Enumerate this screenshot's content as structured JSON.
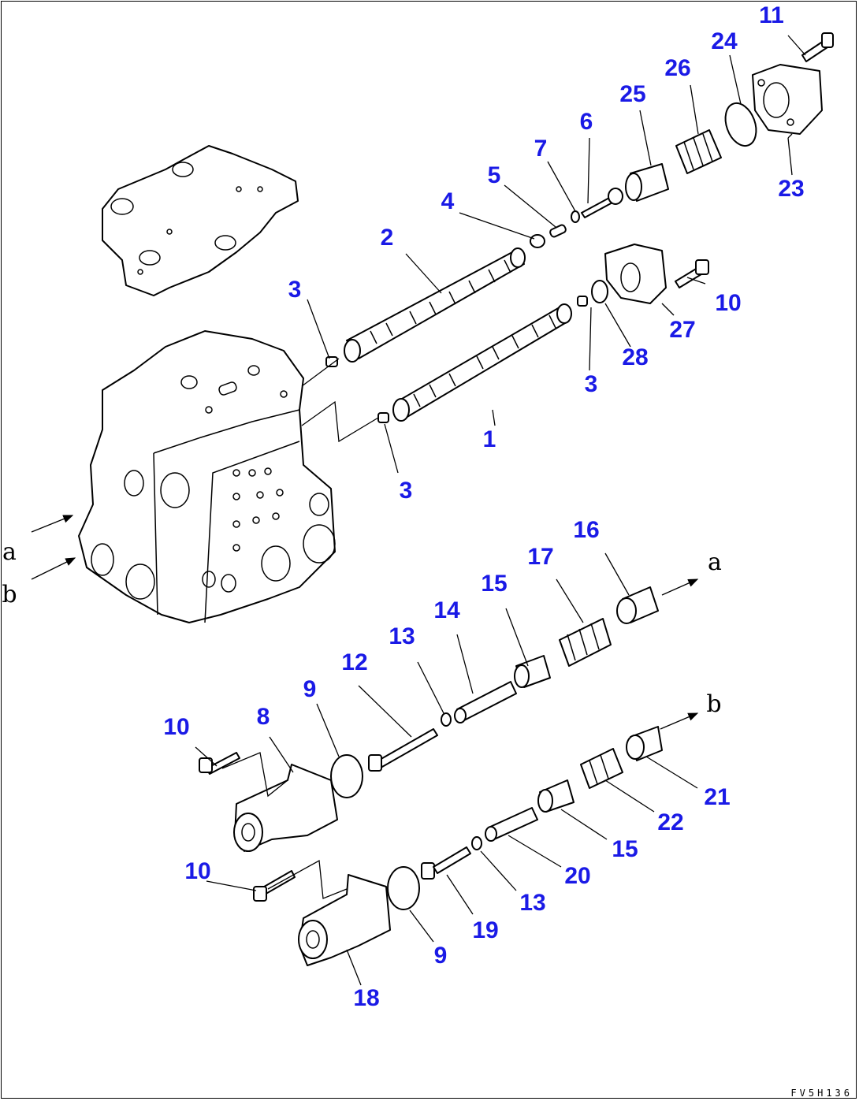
{
  "drawing_code": "FV5H136",
  "callouts": {
    "c1": "1",
    "c2": "2",
    "c3a": "3",
    "c3b": "3",
    "c3c": "3",
    "c4": "4",
    "c5": "5",
    "c6": "6",
    "c7": "7",
    "c8": "8",
    "c9a": "9",
    "c9b": "9",
    "c10a": "10",
    "c10b": "10",
    "c10c": "10",
    "c11": "11",
    "c12": "12",
    "c13a": "13",
    "c13b": "13",
    "c14": "14",
    "c15a": "15",
    "c15b": "15",
    "c16": "16",
    "c17": "17",
    "c18": "18",
    "c19": "19",
    "c20": "20",
    "c21": "21",
    "c22": "22",
    "c23": "23",
    "c24": "24",
    "c25": "25",
    "c26": "26",
    "c27": "27",
    "c28": "28"
  },
  "flow_labels": {
    "a_in": "a",
    "b_in": "b",
    "a_out": "a",
    "b_out": "b"
  }
}
